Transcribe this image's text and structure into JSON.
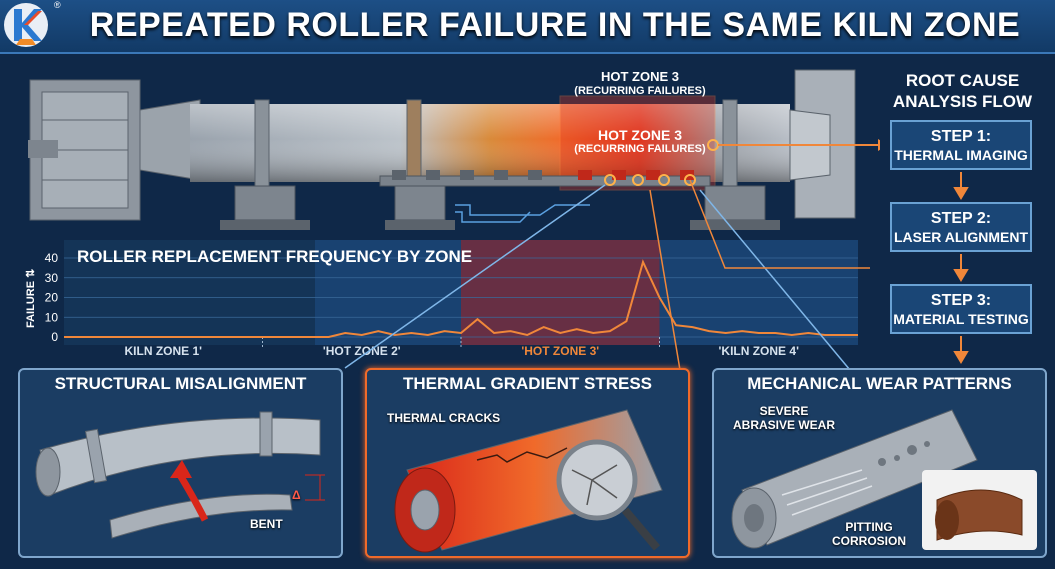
{
  "header": {
    "title": "REPEATED ROLLER FAILURE IN THE SAME KILN ZONE",
    "registered_mark": "®"
  },
  "kiln": {
    "hot_zone_top_line1": "HOT ZONE 3",
    "hot_zone_top_line2": "(RECURRING FAILURES)",
    "hot_zone_mid_line1": "HOT ZONE 3",
    "hot_zone_mid_line2": "(RECURRING FAILURES)"
  },
  "rca": {
    "title_line1": "ROOT CAUSE",
    "title_line2": "ANALYSIS FLOW",
    "steps": [
      {
        "label": "STEP 1:",
        "text": "THERMAL IMAGING"
      },
      {
        "label": "STEP 2:",
        "text": "LASER ALIGNMENT"
      },
      {
        "label": "STEP 3:",
        "text": "MATERIAL TESTING"
      }
    ]
  },
  "chart_data": {
    "type": "line",
    "title": "ROLLER REPLACEMENT FREQUENCY BY ZONE",
    "ylabel": "FAILURE",
    "ylim": [
      0,
      40
    ],
    "yticks": [
      "0",
      "10",
      "20",
      "30",
      "40"
    ],
    "zones": [
      "KILN ZONE 1'",
      "'HOT ZONE 2'",
      "'HOT ZONE 3'",
      "'KILN ZONE 4'"
    ],
    "highlight_zone": "'HOT ZONE 3'",
    "series": [
      {
        "values": [
          0,
          0,
          0,
          0,
          0,
          0,
          0,
          0,
          0,
          0,
          0,
          0,
          0,
          0,
          0,
          0,
          0,
          2,
          1,
          3,
          1,
          2,
          1,
          3,
          2,
          9,
          2,
          3,
          1,
          5,
          2,
          4,
          2,
          3,
          8,
          38,
          20,
          6,
          5,
          3,
          2,
          3,
          2,
          2,
          1,
          2,
          1,
          1,
          1
        ]
      }
    ],
    "colors": {
      "line": "#f0873a",
      "highlight": "#7a2a3a"
    }
  },
  "panels": {
    "misalignment": {
      "title": "STRUCTURAL MISALIGNMENT",
      "bent_label": "BENT",
      "delta_label": "Δ"
    },
    "thermal": {
      "title": "THERMAL GRADIENT STRESS",
      "cracks_label": "THERMAL CRACKS"
    },
    "wear": {
      "title": "MECHANICAL WEAR PATTERNS",
      "severe_line1": "SEVERE",
      "severe_line2": "ABRASIVE WEAR",
      "pitting_line1": "PITTING",
      "pitting_line2": "CORROSION"
    }
  }
}
